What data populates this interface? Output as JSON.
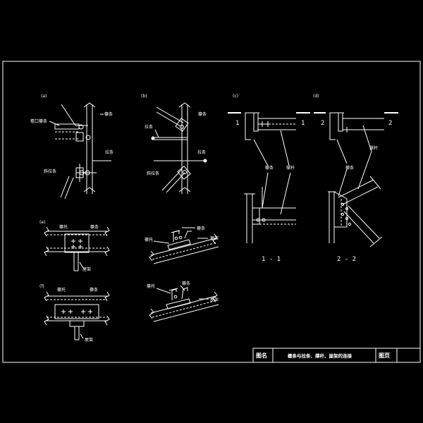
{
  "panels": {
    "a": "(a)",
    "b": "(b)",
    "c": "(c)",
    "d": "(d)",
    "e": "(e)",
    "f": "(f)"
  },
  "labels": {
    "a_gutter": "檩条",
    "a_hanger": "檐口檩条",
    "a_purlin": "拉条",
    "a_bot": "斜拉条",
    "b_gutter": "檩条",
    "b_tie": "拉条",
    "b_tie2": "拉条",
    "b_bot": "斜拉条",
    "c_left": "檩条",
    "c_right": "撑杆",
    "d_left": "檩条",
    "d_right": "撑杆",
    "e_left": "檩托",
    "e_right": "檩条",
    "e_bot": "屋架",
    "f_left": "檩托",
    "f_right": "檩条",
    "f_bot": "屋架",
    "g_left": "檩托",
    "g_right": "檩条",
    "g_beam": "屋架",
    "h_left": "檩托",
    "h_mid": "檩条",
    "h_beam": "屋架"
  },
  "sections": {
    "c_l": "1",
    "c_r": "1",
    "d_l": "2",
    "d_r": "2",
    "c_caption": "1 - 1",
    "d_caption": "2 - 2"
  },
  "title_block": {
    "name_label": "图名",
    "title": "檩条与拉条、撑杆、屋架的连接",
    "page_label": "图页",
    "page_value": ""
  }
}
